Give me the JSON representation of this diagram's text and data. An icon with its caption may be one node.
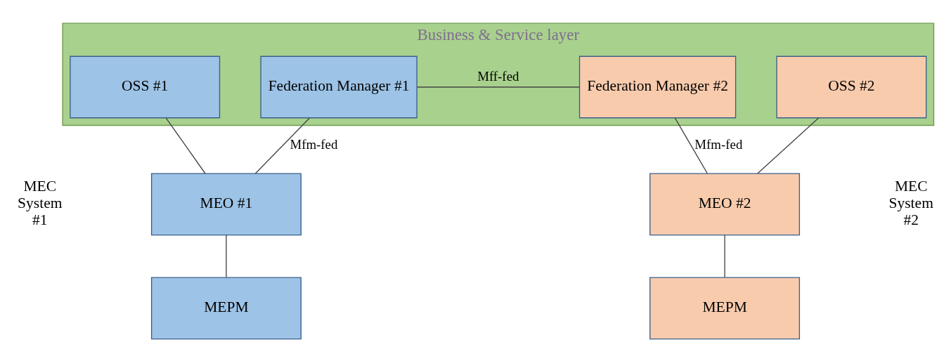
{
  "diagram": {
    "nodes": [
      {
        "text": [
          "Business & Service layer"
        ]
      },
      {
        "text": [
          "OSS #1"
        ],
        "in": 0
      },
      {
        "text": [
          "Federation Manager #1"
        ],
        "in": 0
      },
      {
        "text": [
          "Federation Manager #2"
        ],
        "in": 0
      },
      {
        "text": [
          "OSS #2"
        ],
        "in": 0
      },
      {
        "text": [
          "MEO #1"
        ]
      },
      {
        "text": [
          "MEPM"
        ]
      },
      {
        "text": [
          "MEO #2"
        ]
      },
      {
        "text": [
          "MEPM"
        ]
      }
    ],
    "edges": [
      {
        "from": 2,
        "to": 3,
        "arrow": "none",
        "label": "Mff-fed"
      },
      {
        "from": 1,
        "to": 5,
        "arrow": "none"
      },
      {
        "from": 2,
        "to": 5,
        "arrow": "none",
        "label": "Mfm-fed"
      },
      {
        "from": 3,
        "to": 7,
        "arrow": "none",
        "label": "Mfm-fed"
      },
      {
        "from": 4,
        "to": 7,
        "arrow": "none"
      },
      {
        "from": 5,
        "to": 6,
        "arrow": "none"
      },
      {
        "from": 7,
        "to": 8,
        "arrow": "none"
      }
    ],
    "labels": [
      "MEC System #1",
      "MEC System #2"
    ]
  }
}
